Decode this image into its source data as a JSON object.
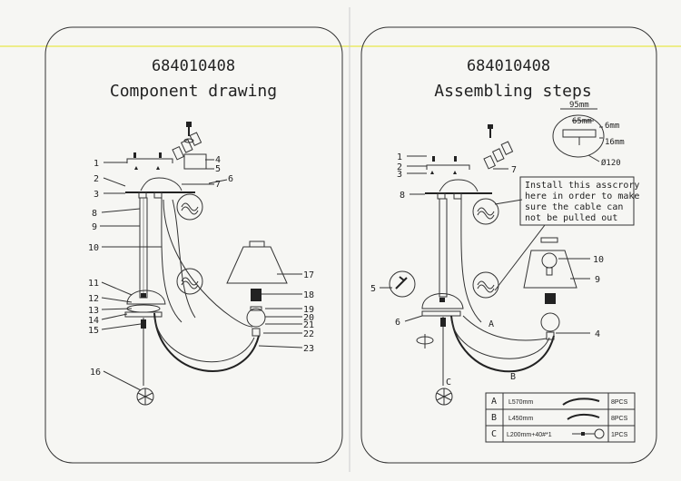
{
  "left_panel": {
    "model": "684010408",
    "title": "Component drawing",
    "callouts": [
      "1",
      "2",
      "3",
      "8",
      "9",
      "10",
      "11",
      "12",
      "13",
      "14",
      "15",
      "16",
      "4",
      "5",
      "6",
      "7",
      "17",
      "18",
      "19",
      "20",
      "21",
      "22",
      "23"
    ]
  },
  "right_panel": {
    "model": "684010408",
    "title": "Assembling steps",
    "callouts": [
      "1",
      "2",
      "3",
      "8",
      "5",
      "6",
      "7",
      "4",
      "9",
      "10"
    ],
    "dims": {
      "d95": "95mm",
      "d65": "65mm",
      "d6": "6mm",
      "d16": "16mm",
      "dia": "Ø120"
    },
    "note": [
      "Install this asscrory",
      "here in order to make",
      "sure the cable can",
      "not be pulled out"
    ],
    "markers": {
      "a": "A",
      "b": "B",
      "c": "C"
    },
    "table": [
      {
        "key": "A",
        "desc": "L570mm",
        "qty": "8PCS"
      },
      {
        "key": "B",
        "desc": "L450mm",
        "qty": "8PCS"
      },
      {
        "key": "C",
        "desc": "L200mm+40#*1",
        "qty": "1PCS"
      }
    ]
  },
  "colors": {
    "accent_line": "#e8e84a",
    "ink": "#222222"
  }
}
